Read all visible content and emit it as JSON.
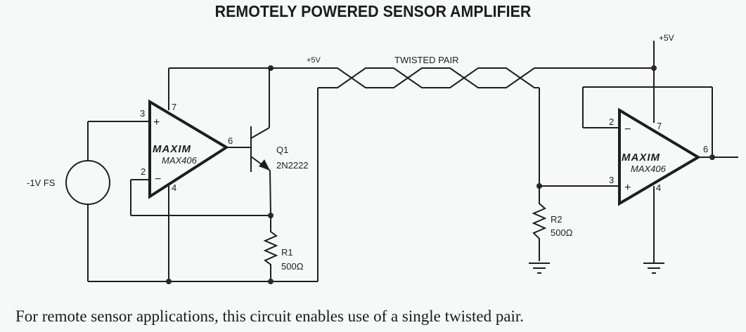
{
  "title": "REMOTELY POWERED SENSOR AMPLIFIER",
  "caption": "For remote sensor applications, this circuit enables use of a single twisted pair.",
  "labels": {
    "supply_left": "+5V",
    "supply_right": "+5V",
    "twisted_pair": "TWISTED PAIR",
    "source": "-1V FS"
  },
  "amp_left": {
    "brand": "MAXIM",
    "part": "MAX406",
    "pins": {
      "noninv": "3",
      "inv": "2",
      "vplus": "7",
      "vminus": "4",
      "out": "6"
    },
    "signs": {
      "plus": "+",
      "minus": "−"
    }
  },
  "amp_right": {
    "brand": "MAXIM",
    "part": "MAX406",
    "pins": {
      "noninv": "3",
      "inv": "2",
      "vplus": "7",
      "vminus": "4",
      "out": "6"
    },
    "signs": {
      "plus": "+",
      "minus": "−"
    }
  },
  "transistor": {
    "ref": "Q1",
    "part": "2N2222"
  },
  "r1": {
    "ref": "R1",
    "value": "500Ω"
  },
  "r2": {
    "ref": "R2",
    "value": "500Ω"
  }
}
